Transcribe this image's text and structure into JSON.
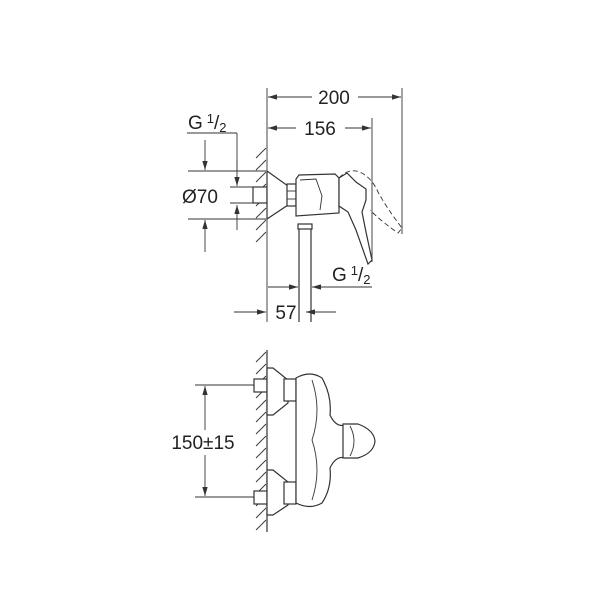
{
  "top_view": {
    "dim_overall_width": "200",
    "dim_lever_width": "156",
    "thread_inlet": {
      "main": "G",
      "sup": "1",
      "sub": "2"
    },
    "dim_rosette_diameter": "Ø70",
    "thread_outlet": {
      "main": "G",
      "sup": "1",
      "sub": "2"
    },
    "dim_outlet_offset": "57"
  },
  "front_view": {
    "dim_inlet_spacing": "150±15"
  },
  "line_color": "#333333"
}
